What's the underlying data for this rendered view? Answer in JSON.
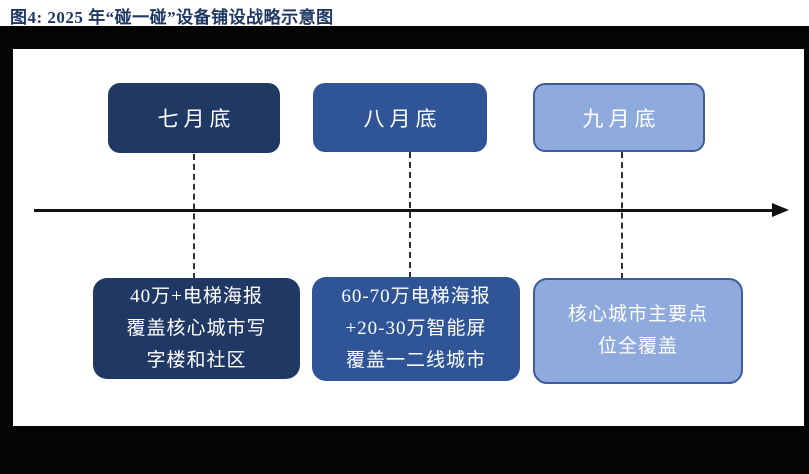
{
  "page": {
    "title": "图4:  2025 年“碰一碰”设备铺设战略示意图"
  },
  "colors": {
    "title_text": "#1F3864",
    "frame": "#050505",
    "box_dark": "#1F3864",
    "box_medium": "#2F5597",
    "box_light": "#8FAADC",
    "box_light_border": "#3D5C9C",
    "box_text": "#FFFFFF",
    "axis": "#111111",
    "connector": "#2F2F2F"
  },
  "timeline": {
    "milestones": [
      {
        "period_label": "七月底",
        "detail_lines": [
          "40万+电梯海报",
          "覆盖核心城市写",
          "字楼和社区"
        ]
      },
      {
        "period_label": "八月底",
        "detail_lines": [
          "60-70万电梯海报",
          "+20-30万智能屏",
          "覆盖一二线城市"
        ]
      },
      {
        "period_label": "九月底",
        "detail_lines": [
          "核心城市主要点",
          "位全覆盖"
        ]
      }
    ]
  }
}
